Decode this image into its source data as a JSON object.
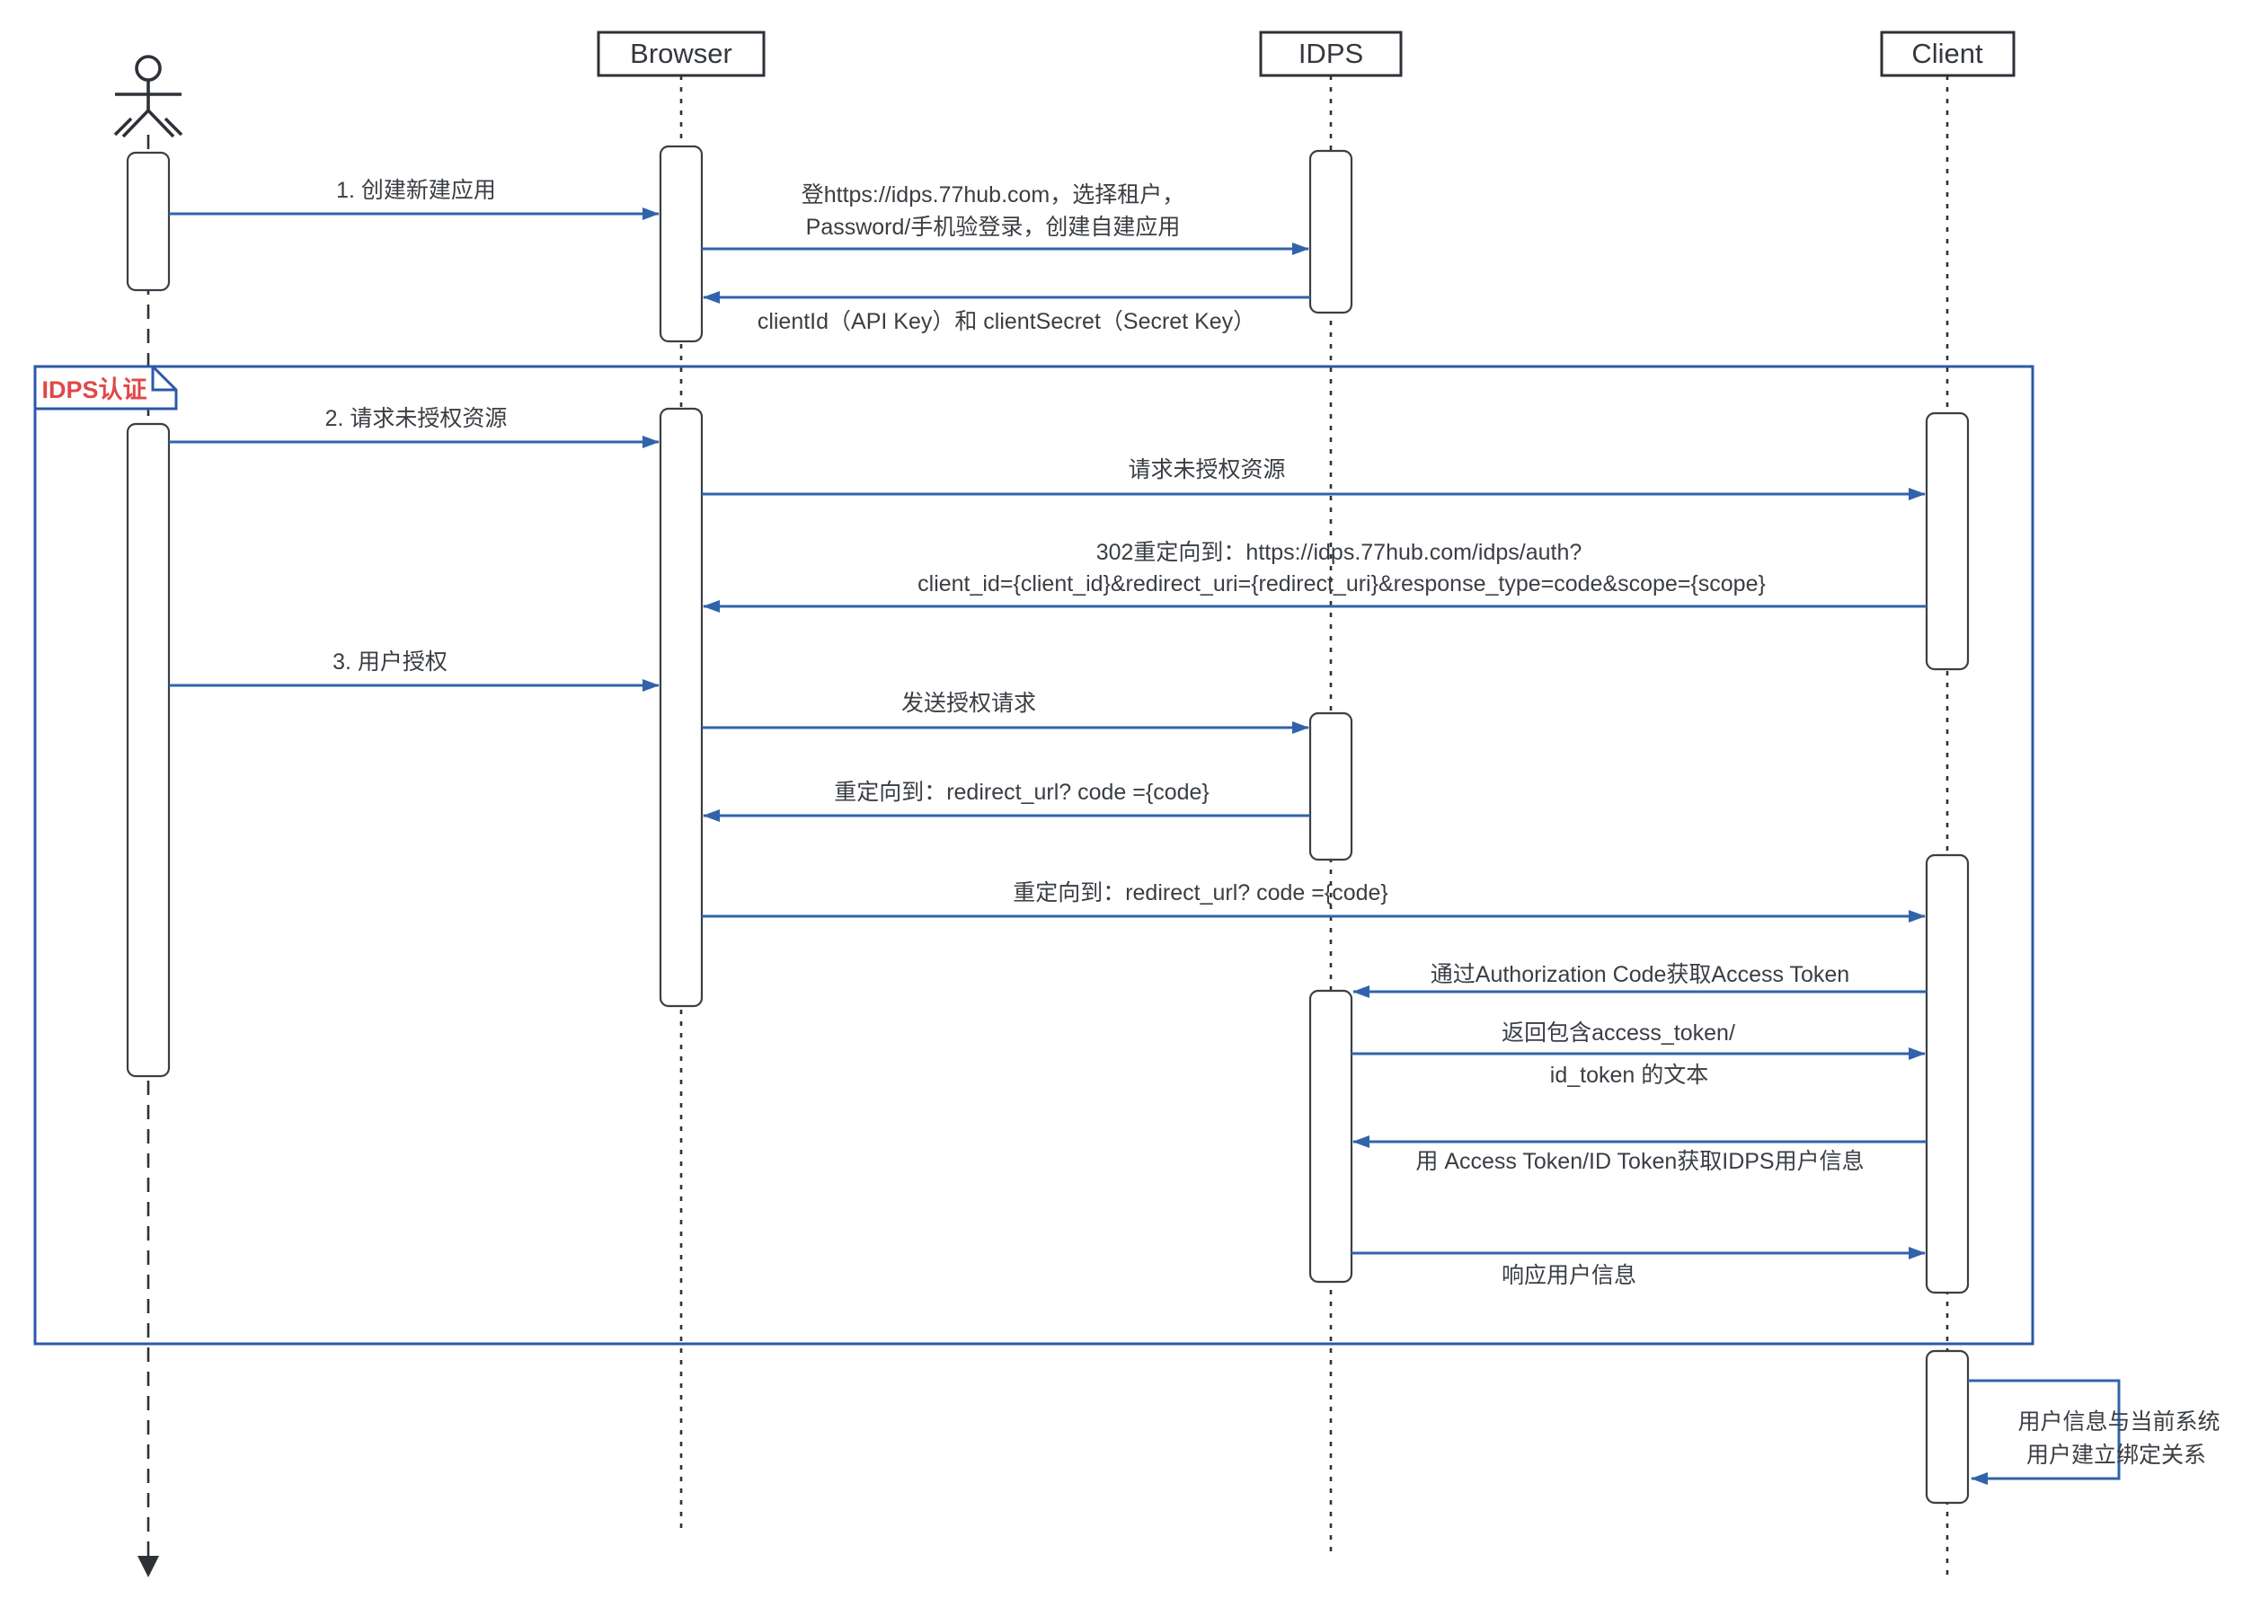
{
  "diagram": {
    "type": "uml-sequence",
    "participants": [
      {
        "id": "user",
        "kind": "actor",
        "label": ""
      },
      {
        "id": "browser",
        "kind": "object",
        "label": "Browser"
      },
      {
        "id": "idps",
        "kind": "object",
        "label": "IDPS"
      },
      {
        "id": "client",
        "kind": "object",
        "label": "Client"
      }
    ],
    "frame": {
      "label": "IDPS认证"
    },
    "messages": [
      {
        "from": "user",
        "to": "browser",
        "text": "1. 创建新建应用"
      },
      {
        "from": "browser",
        "to": "idps",
        "text1": "登https://idps.77hub.com，选择租户，",
        "text2": "Password/手机验登录，创建自建应用"
      },
      {
        "from": "idps",
        "to": "browser",
        "text": "clientId（API Key）和 clientSecret（Secret Key）"
      },
      {
        "from": "user",
        "to": "browser",
        "text": "2. 请求未授权资源"
      },
      {
        "from": "browser",
        "to": "client",
        "text": "请求未授权资源"
      },
      {
        "from": "client",
        "to": "browser",
        "text1": "302重定向到：https://idps.77hub.com/idps/auth?",
        "text2": "client_id={client_id}&redirect_uri={redirect_uri}&response_type=code&scope={scope}"
      },
      {
        "from": "user",
        "to": "browser",
        "text": "3. 用户授权"
      },
      {
        "from": "browser",
        "to": "idps",
        "text": "发送授权请求"
      },
      {
        "from": "idps",
        "to": "browser",
        "text": "重定向到：redirect_url? code ={code}"
      },
      {
        "from": "browser",
        "to": "client",
        "text": "重定向到：redirect_url? code ={code}"
      },
      {
        "from": "client",
        "to": "idps",
        "text": "通过Authorization Code获取Access Token"
      },
      {
        "from": "idps",
        "to": "client",
        "text1": "返回包含access_token/",
        "text2": "id_token 的文本"
      },
      {
        "from": "client",
        "to": "idps",
        "text": "用 Access Token/ID Token获取IDPS用户信息"
      },
      {
        "from": "idps",
        "to": "client",
        "text": "响应用户信息"
      },
      {
        "from": "client",
        "to": "client",
        "text1": "用户信息与当前系统",
        "text2": "用户建立绑定关系"
      }
    ],
    "colors": {
      "arrow": "#3163ab",
      "frame": "#2c58a8",
      "frame_label": "#e04848",
      "stroke": "#2d3238",
      "text": "#3a3e43"
    }
  }
}
